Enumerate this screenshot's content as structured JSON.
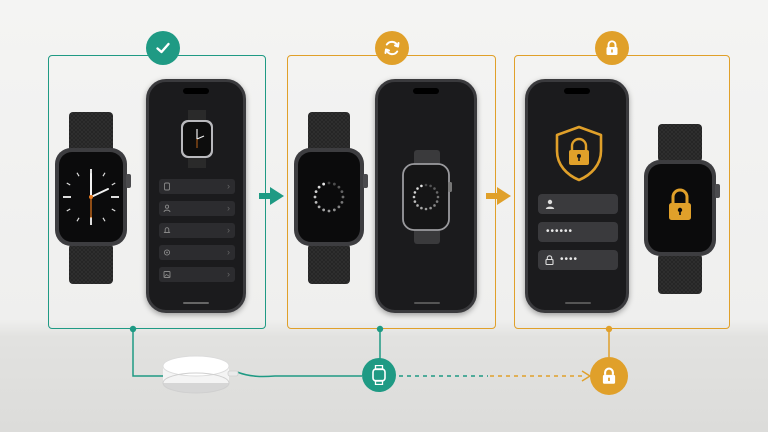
{
  "colors": {
    "green": "#1f9a84",
    "orange": "#e0a02a",
    "screen": "#1b1b1d",
    "field": "#3a3a3d"
  },
  "steps": [
    {
      "id": "paired",
      "badge_icon": "check-icon"
    },
    {
      "id": "syncing",
      "badge_icon": "sync-icon"
    },
    {
      "id": "secured",
      "badge_icon": "lock-icon"
    }
  ],
  "phone1_menu": [
    {
      "icon": "watch-icon"
    },
    {
      "icon": "person-icon"
    },
    {
      "icon": "bell-icon"
    },
    {
      "icon": "gear-icon"
    },
    {
      "icon": "image-icon"
    }
  ],
  "login_fields": {
    "user": "",
    "password": "••••••",
    "pin": "••••"
  },
  "bottom_flow": [
    "charger-icon",
    "watch-icon",
    "lock-icon"
  ]
}
